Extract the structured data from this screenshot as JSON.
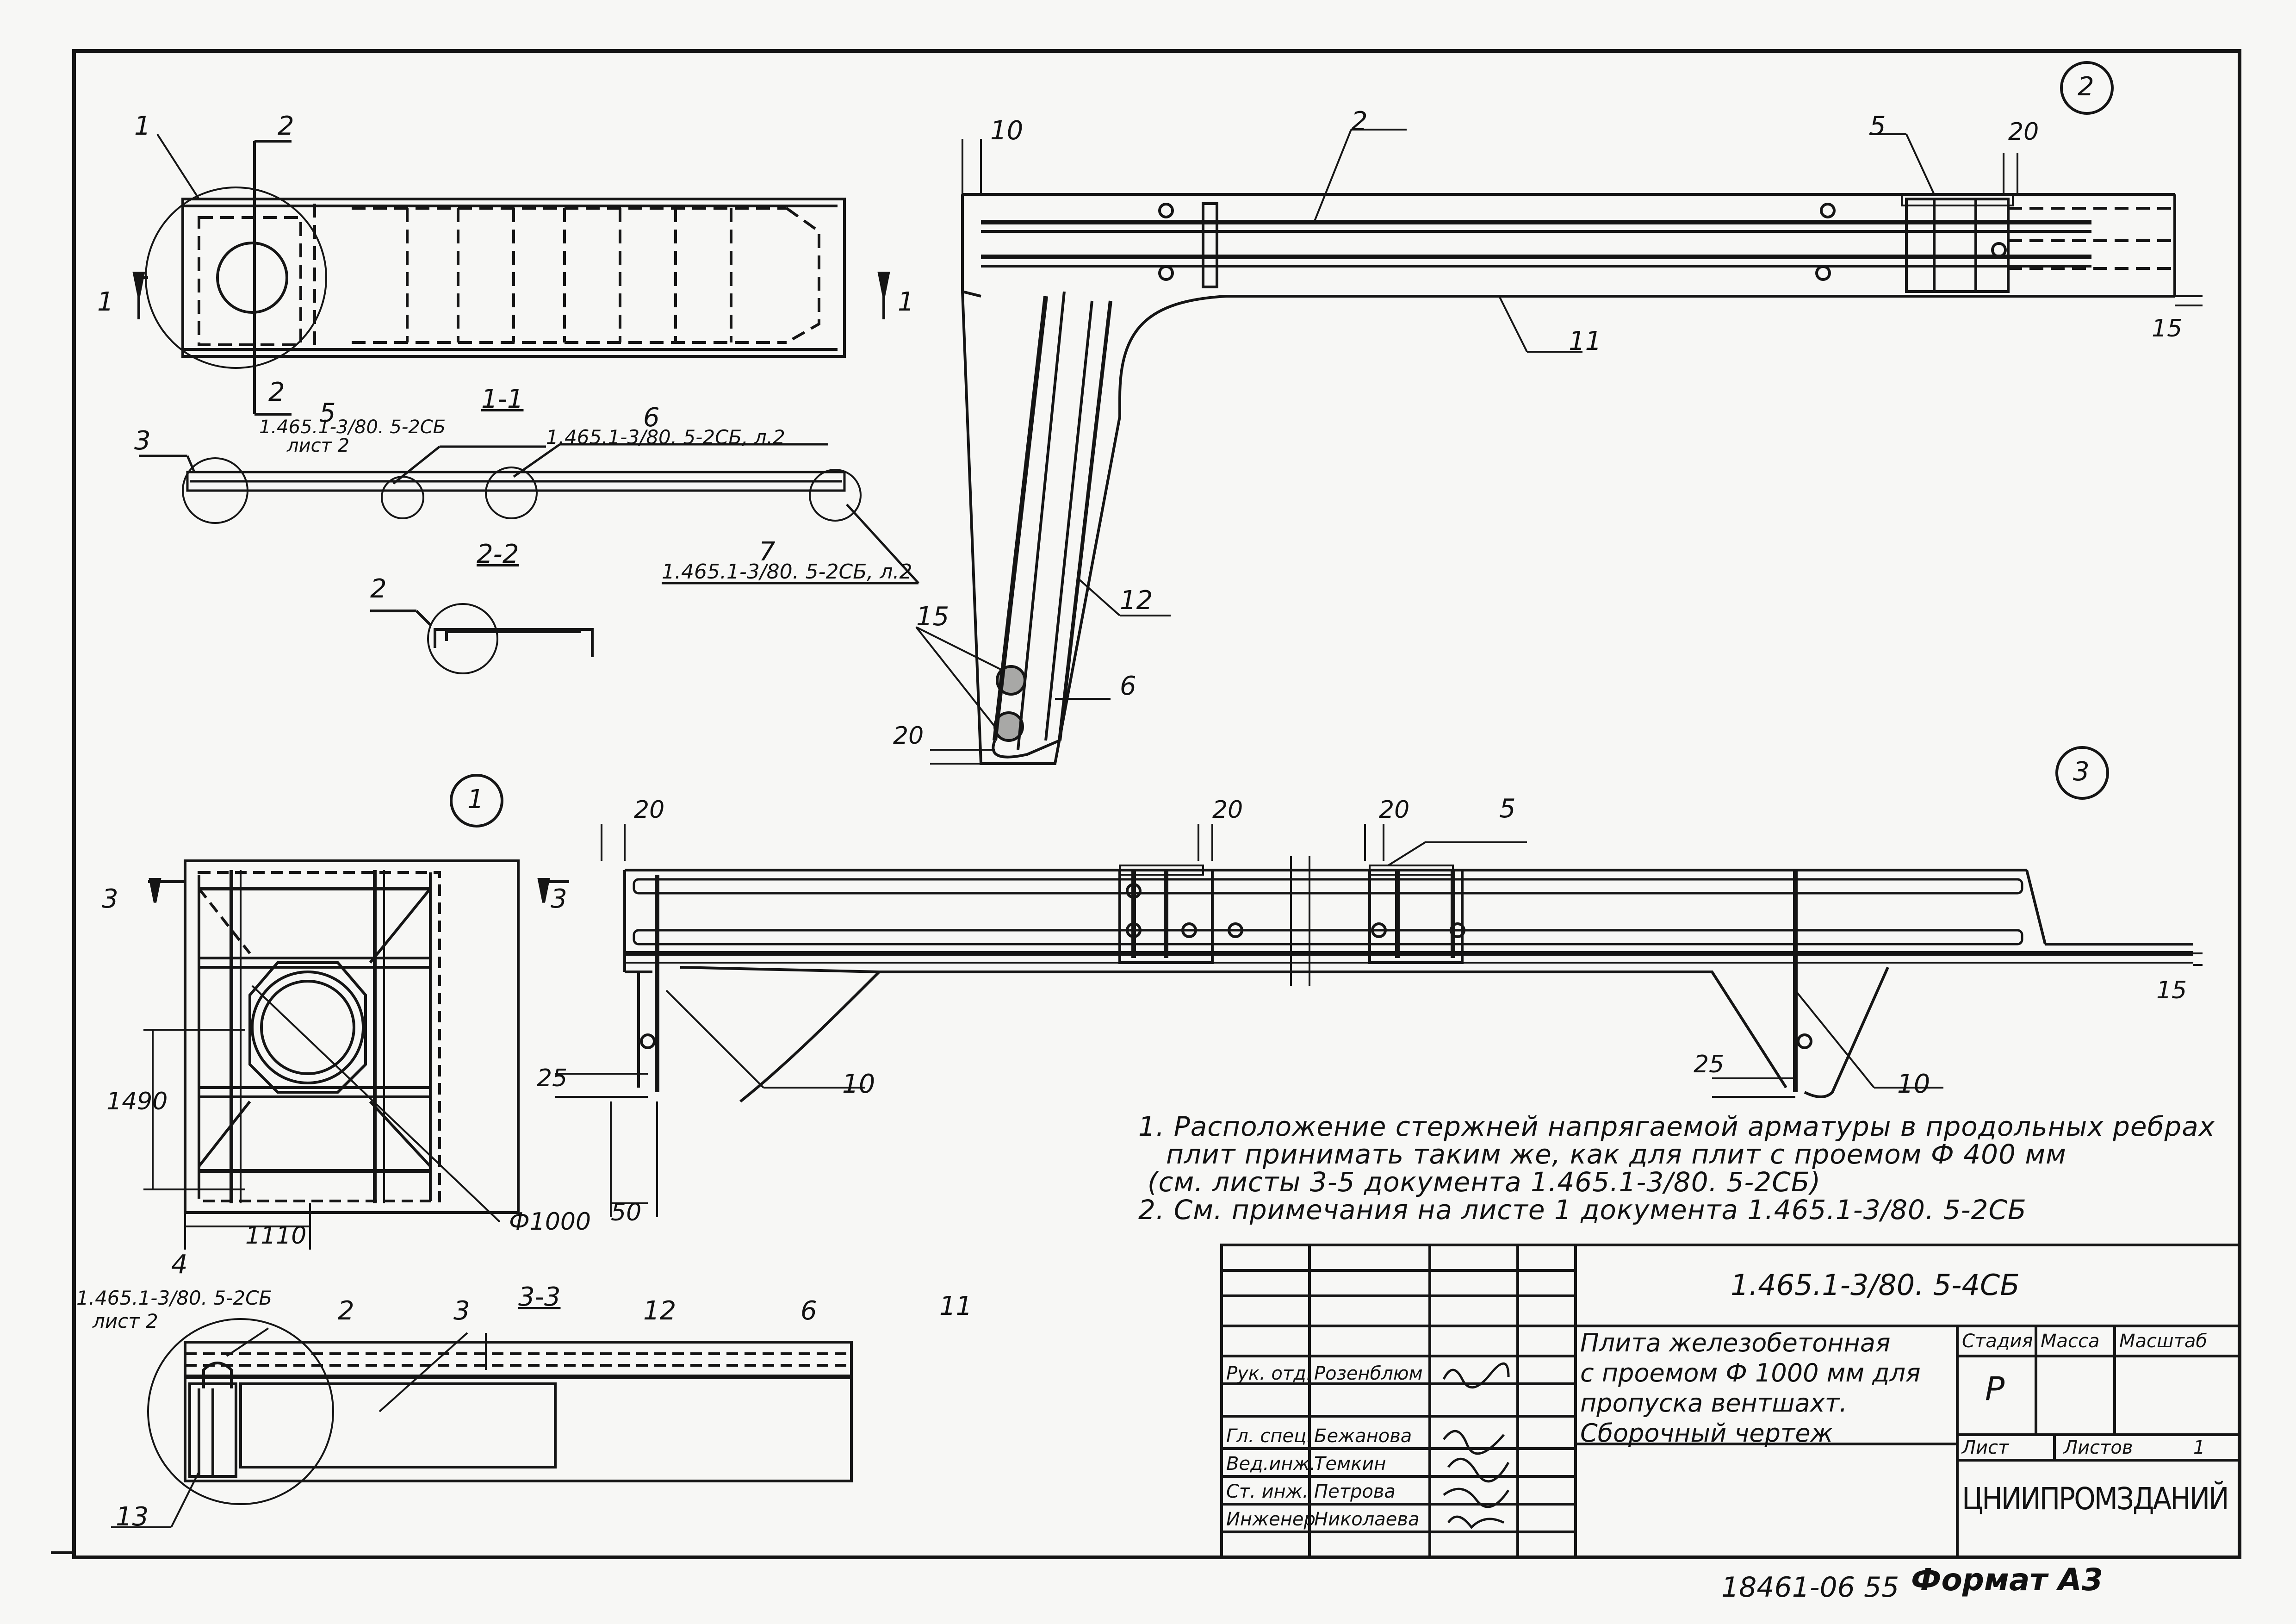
{
  "positions": {
    "p1": "1",
    "p2": "2",
    "p3": "3",
    "p4": "4",
    "p5": "5",
    "p6": "6",
    "p7": "7",
    "p10": "10",
    "p11": "11",
    "p12": "12",
    "p13": "13",
    "p15": "15"
  },
  "sections": {
    "s1_1": "1-1",
    "s2_2": "2-2",
    "s3_3": "3-3",
    "cut1": "1",
    "cut2": "2",
    "cut3": "3"
  },
  "nodes": {
    "n1": "1",
    "n2": "2",
    "n3": "3"
  },
  "references": {
    "r5": "1.465.1-3/80. 5-2СБ",
    "r5_sheet": "лист 2",
    "r6": "1.465.1-3/80. 5-2СБ, л.2",
    "r7": "1.465.1-3/80. 5-2СБ, л.2",
    "r4": "1.465.1-3/80. 5-2СБ",
    "r4_sheet": "лист 2"
  },
  "dimensions": {
    "d10": "10",
    "d20": "20",
    "d15": "15",
    "d25": "25",
    "d50": "50",
    "d1490": "1490",
    "d1110": "1110",
    "d_phi1000": "Ф1000"
  },
  "notes": {
    "n1_line1": "1. Расположение стержней напрягаемой арматуры в продольных ребрах",
    "n1_line2": "плит принимать таким же, как для плит с проемом Ф 400 мм",
    "n1_line3": "(см. листы 3-5 документа 1.465.1-3/80. 5-2СБ)",
    "n2": "2. См. примечания на листе 1 документа 1.465.1-3/80. 5-2СБ"
  },
  "title_block": {
    "doc_code": "1.465.1-3/80. 5-4СБ",
    "title_l1": "Плита железобетонная",
    "title_l2": "с проемом Ф 1000 мм для",
    "title_l3": "пропуска вентшахт.",
    "title_l4": "Сборочный чертеж",
    "stage_header": "Стадия",
    "mass_header": "Масса",
    "scale_header": "Масштаб",
    "stage_value": "Р",
    "sheet_label": "Лист",
    "sheets_label": "Листов",
    "sheets_value": "1",
    "org": "ЦНИИПРОМЗДАНИЙ",
    "roles": [
      "Рук. отд.",
      "Гл. спец.",
      "Вед.инж.",
      "Ст. инж.",
      "Инженер"
    ],
    "names": [
      "Розенблюм",
      "Бежанова",
      "Темкин",
      "Петрова",
      "Николаева"
    ]
  },
  "footer": {
    "archive": "18461-06 55",
    "format": "Формат А3"
  },
  "colors": {
    "ink": "#151515",
    "paper": "#f7f7f5"
  }
}
